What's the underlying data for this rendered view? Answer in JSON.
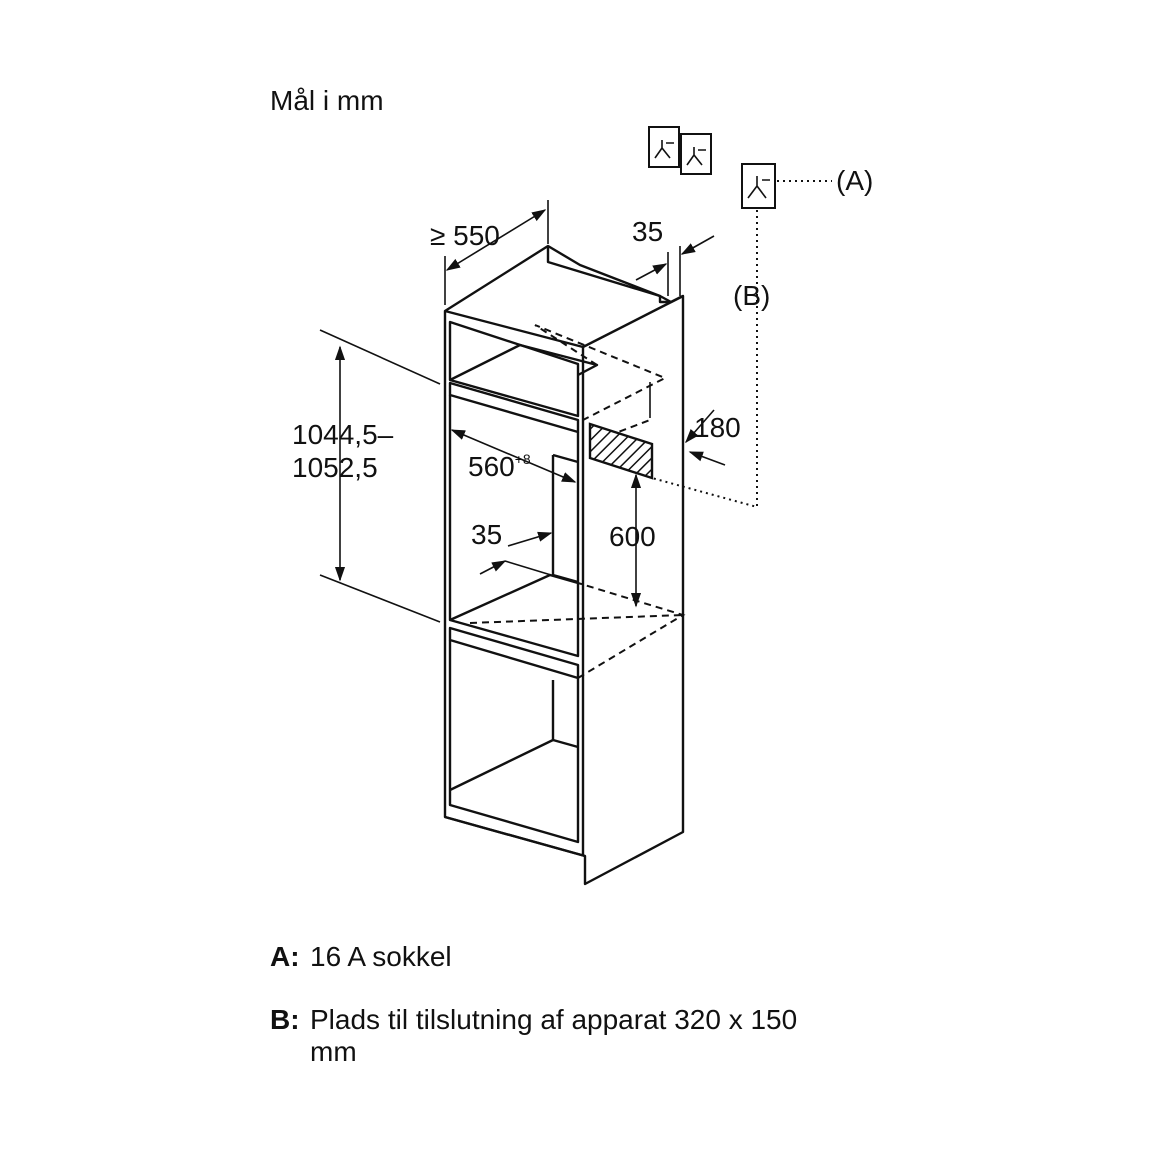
{
  "unit_note": "Mål i mm",
  "dimensions": {
    "depth_min": "≥ 550",
    "panel_top": "35",
    "height_line1": "1044,5–",
    "height_line2": "1052,5",
    "width_value": "560",
    "width_tolerance": "+8",
    "panel_inner": "35",
    "outlet_height": "180",
    "niche_clearance": "600"
  },
  "callouts": {
    "a": "(A)",
    "b": "(B)"
  },
  "legend": [
    {
      "key": "A:",
      "text": "16 A sokkel"
    },
    {
      "key": "B:",
      "text": "Plads til tilslutning af apparat 320 x 150 mm"
    }
  ],
  "icons": {
    "outlet": "power-socket-icon"
  },
  "colors": {
    "line": "#111111",
    "background": "#ffffff"
  }
}
